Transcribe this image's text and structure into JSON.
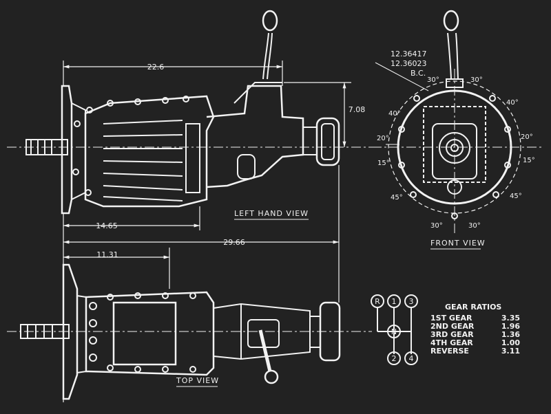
{
  "colors": {
    "background": "#222222",
    "line": "#f2f2f2"
  },
  "dimensions": {
    "overall_top": "22.6",
    "height": "7.08",
    "left_mid": "14.65",
    "total_length": "29.66",
    "top_view": "11.31",
    "bolt_circle_max": "12.36417",
    "bolt_circle_min": "12.36023",
    "bolt_circle_label": "B.C."
  },
  "views": {
    "left_hand": "LEFT HAND VIEW",
    "front": "FRONT VIEW",
    "top": "TOP VIEW"
  },
  "angles": {
    "top_left": "30°",
    "top_right": "30°",
    "upper_left": "40°",
    "upper_right": "40°",
    "mid_left": "20°",
    "mid_right": "20°",
    "low_left": "15°",
    "low_right": "15°",
    "lower_left": "45°",
    "lower_right": "45°",
    "bottom_left": "30°",
    "bottom_right": "30°"
  },
  "shift_pattern": {
    "r": "R",
    "one": "1",
    "three": "3",
    "n": "N",
    "two": "2",
    "four": "4"
  },
  "gear_ratios": {
    "title": "GEAR RATIOS",
    "rows": [
      {
        "gear": "1ST GEAR",
        "ratio": "3.35"
      },
      {
        "gear": "2ND GEAR",
        "ratio": "1.96"
      },
      {
        "gear": "3RD GEAR",
        "ratio": "1.36"
      },
      {
        "gear": "4TH GEAR",
        "ratio": "1.00"
      },
      {
        "gear": "REVERSE",
        "ratio": "3.11"
      }
    ]
  }
}
